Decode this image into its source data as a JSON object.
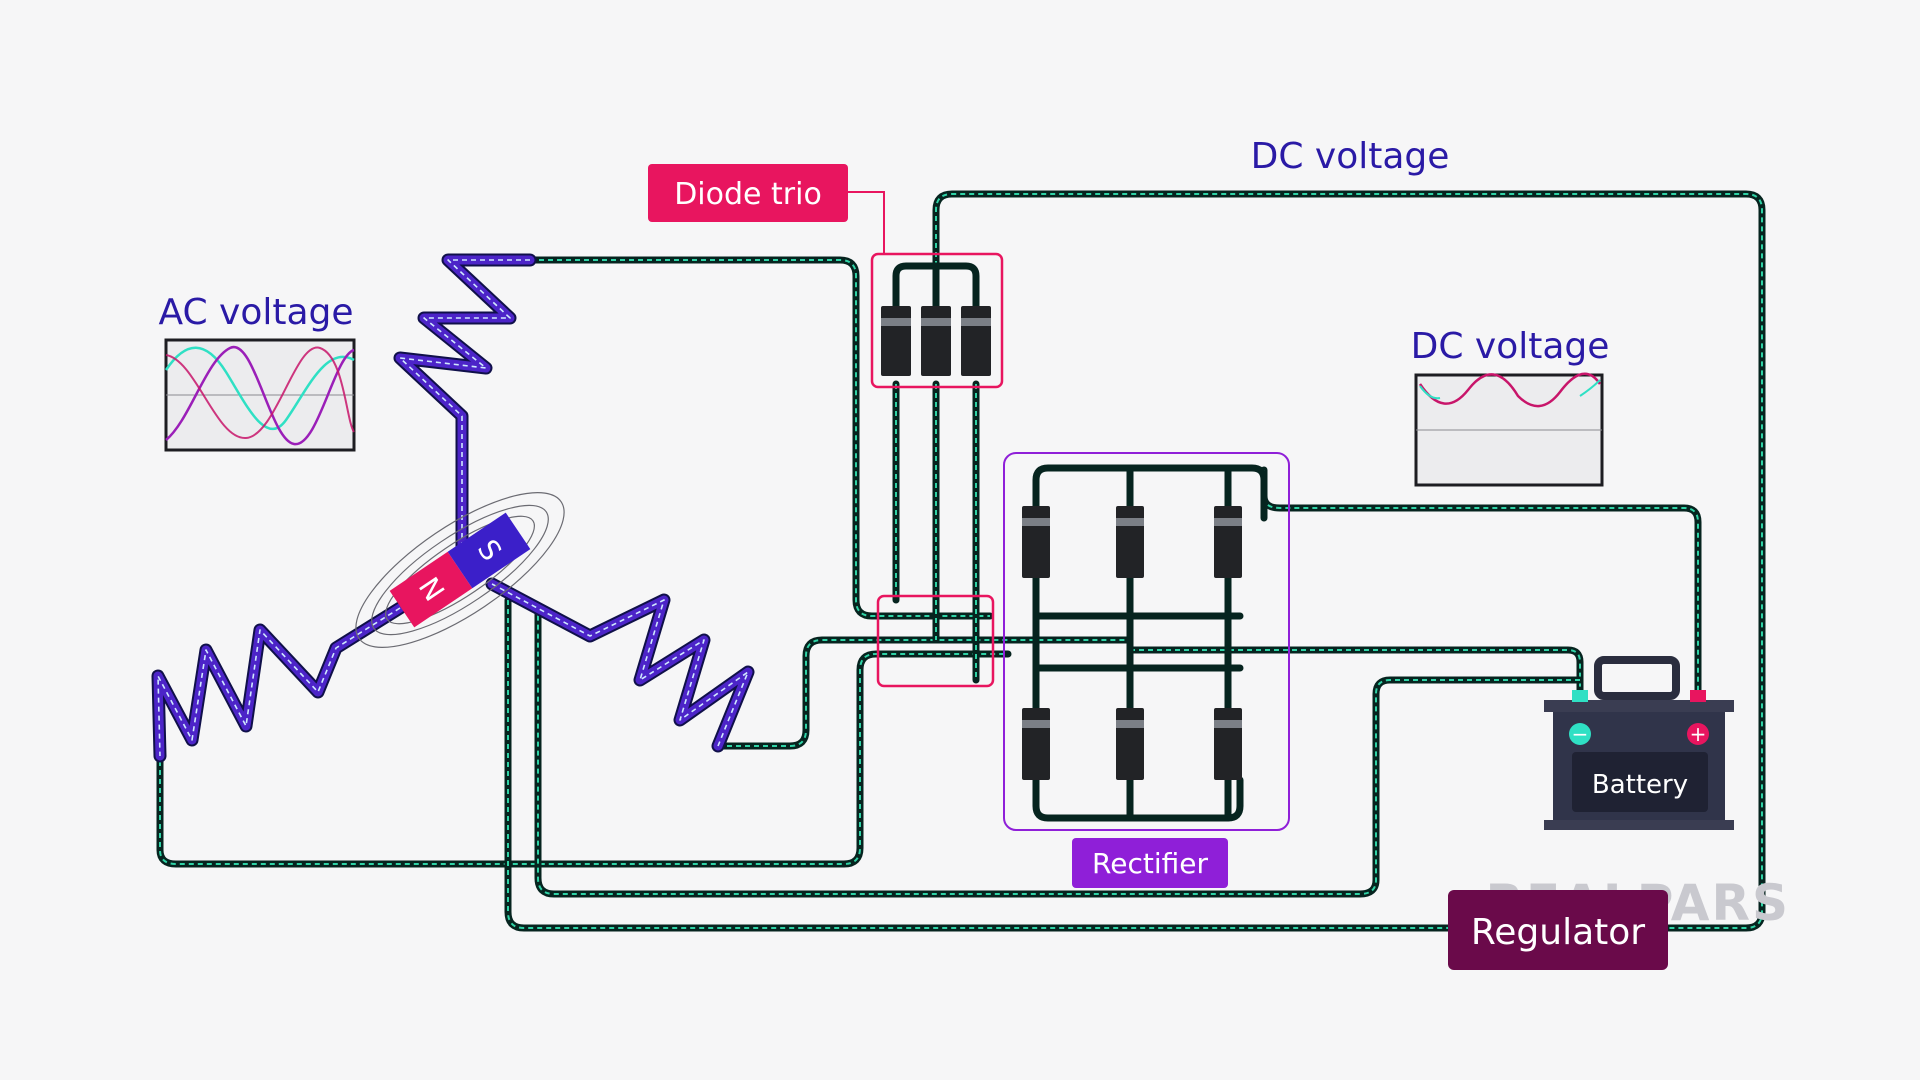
{
  "labels": {
    "ac_voltage": "AC voltage",
    "dc_voltage_top": "DC voltage",
    "dc_voltage_scope": "DC voltage",
    "diode_trio": "Diode trio",
    "rectifier": "Rectifier",
    "regulator": "Regulator",
    "battery": "Battery",
    "watermark": "REALPARS"
  },
  "magnet": {
    "north": "N",
    "south": "S"
  },
  "battery_terminals": {
    "negative": "−",
    "positive": "+"
  },
  "colors": {
    "background": "#f6f6f7",
    "label_text": "#2a1aa6",
    "diode_trio_tag": "#e8155f",
    "rectifier_tag": "#8f1fd8",
    "regulator_tag": "#6a0a4a",
    "wire": "#2fd3a6",
    "coil": "#4c24c8",
    "magnet_north": "#e8155f",
    "magnet_south": "#3b1fc9",
    "ac_wave_1": "#2fe0c4",
    "ac_wave_2": "#9b1fb8",
    "dc_wave": "#c8156a"
  }
}
